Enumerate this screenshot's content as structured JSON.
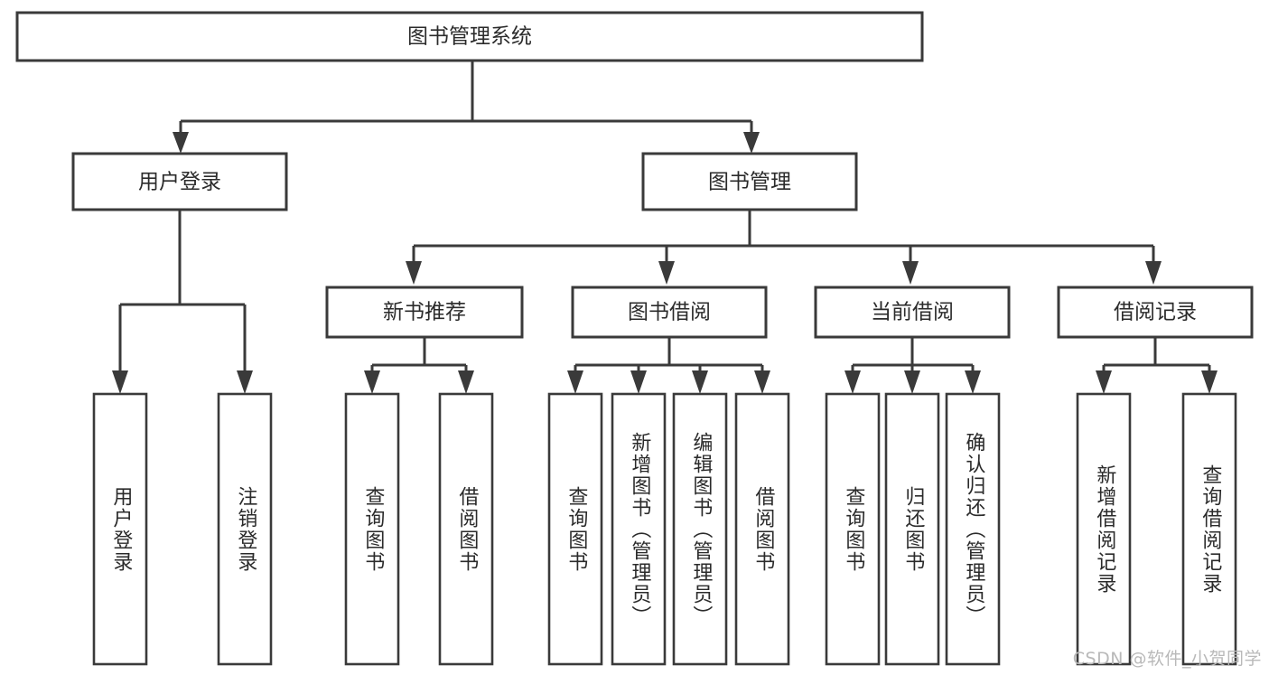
{
  "diagram": {
    "type": "tree-hierarchy",
    "title": "图书管理系统",
    "watermark": "CSDN @软件_小贺同学",
    "colors": {
      "background": "#ffffff",
      "box_fill": "#ffffff",
      "box_stroke": "#3a3a3a",
      "connector": "#3a3a3a",
      "text": "#2b2b2b",
      "watermark_text": "#b9b9b9"
    },
    "root": {
      "label": "图书管理系统"
    },
    "level2": [
      {
        "label": "用户登录"
      },
      {
        "label": "图书管理"
      }
    ],
    "level3": [
      {
        "label": "新书推荐"
      },
      {
        "label": "图书借阅"
      },
      {
        "label": "当前借阅"
      },
      {
        "label": "借阅记录"
      }
    ],
    "leaves": {
      "user_login": [
        {
          "label": "用户登录"
        },
        {
          "label": "注销登录"
        }
      ],
      "new_book_recommend": [
        {
          "label": "查询图书"
        },
        {
          "label": "借阅图书"
        }
      ],
      "book_borrow": [
        {
          "label": "查询图书"
        },
        {
          "label": "新增图书（管理员）"
        },
        {
          "label": "编辑图书（管理员）"
        },
        {
          "label": "借阅图书"
        }
      ],
      "current_borrow": [
        {
          "label": "查询图书"
        },
        {
          "label": "归还图书"
        },
        {
          "label": "确认归还（管理员）"
        }
      ],
      "borrow_records": [
        {
          "label": "新增借阅记录"
        },
        {
          "label": "查询借阅记录"
        }
      ]
    }
  }
}
